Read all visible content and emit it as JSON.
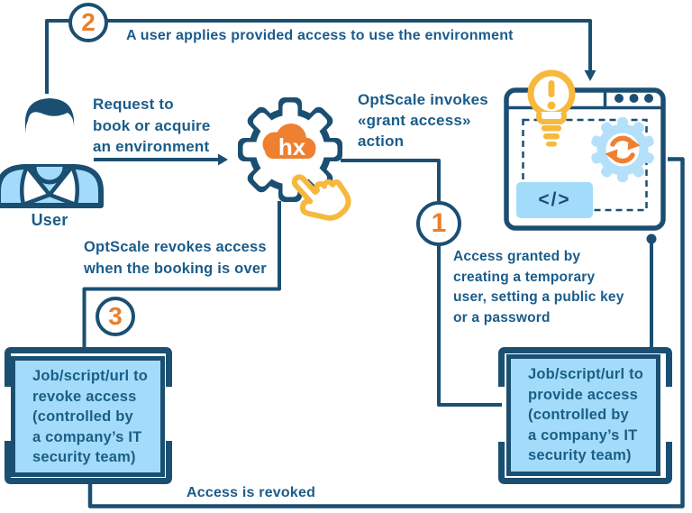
{
  "colors": {
    "line": "#1b4f72",
    "text": "#1a5c8a",
    "box_text": "#1b5e85",
    "orange": "#e8802c",
    "light_blue": "#a3dcfa",
    "pale_blue": "#b5e0fa",
    "yellow": "#f6b93d",
    "cloud": "#ee8030"
  },
  "steps": {
    "one": {
      "number": "1"
    },
    "two": {
      "number": "2",
      "caption": "A user applies provided access to use the environment"
    },
    "three": {
      "number": "3"
    }
  },
  "user": {
    "label": "User"
  },
  "optscale": {
    "logo": "hx"
  },
  "annotations": {
    "request": "Request to\nbook or acquire\nan environment",
    "invokes": "OptScale invokes\n«grant access»\naction",
    "revokes": "OptScale revokes access\nwhen the booking is over",
    "granted": "Access granted by\ncreating a temporary\nuser, setting a public key\nor a password",
    "revoked": "Access is revoked"
  },
  "boxes": {
    "revoke": "Job/script/url to\nrevoke access\n(controlled by\na company’s IT\nsecurity team)",
    "provide": "Job/script/url to\nprovide access\n(controlled by\na company’s IT\nsecurity team)"
  },
  "environment": {
    "code_glyph": "</>"
  }
}
